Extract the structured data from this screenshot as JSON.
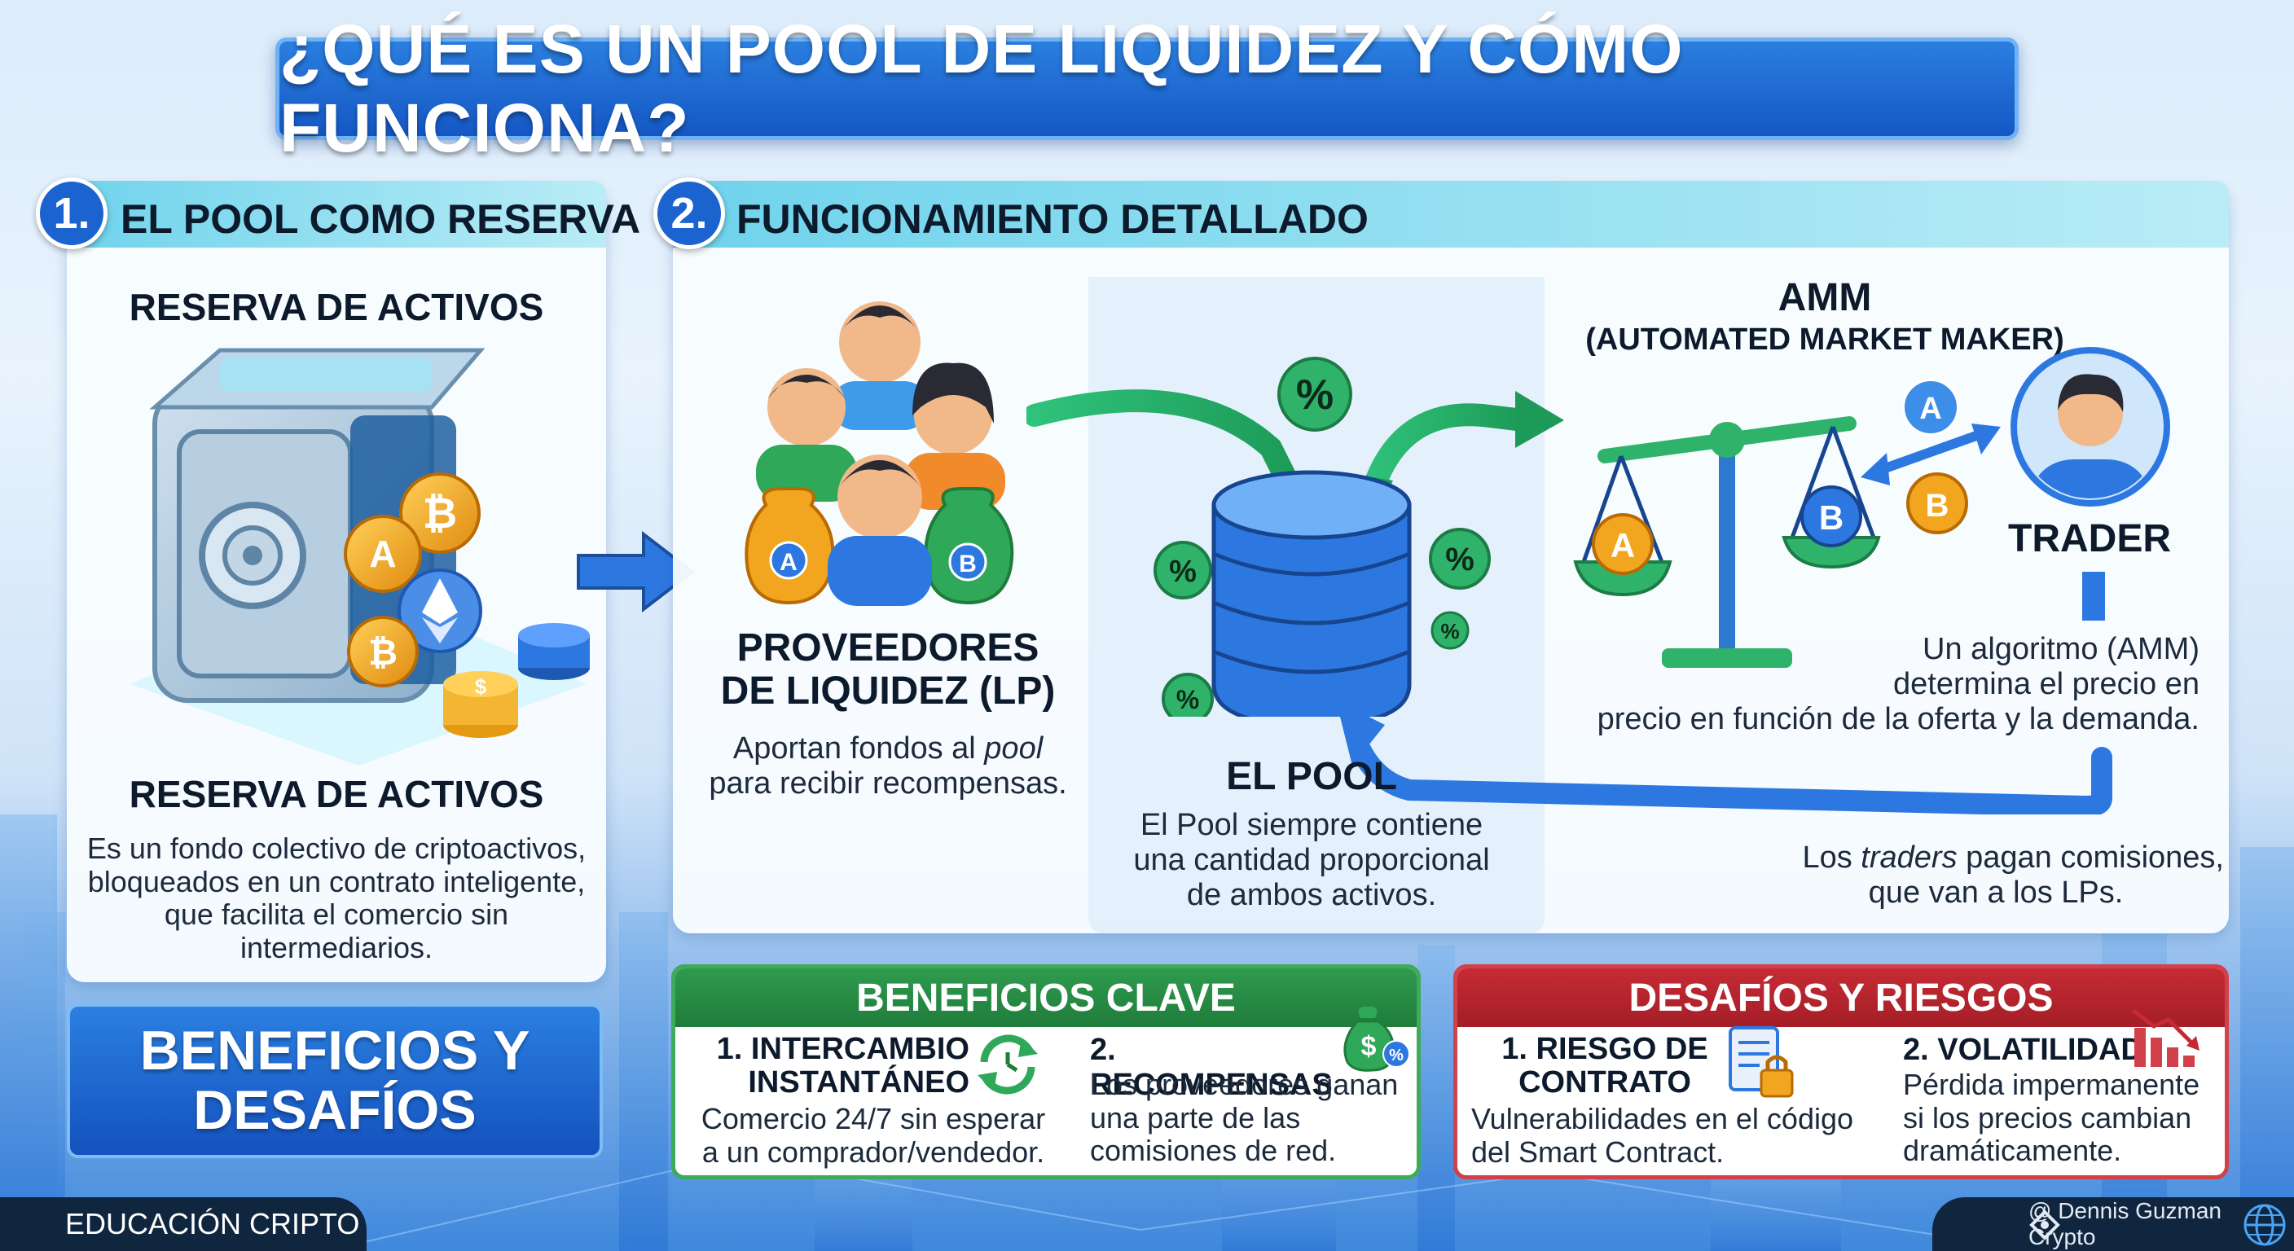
{
  "title": "¿QUÉ ES UN POOL DE LIQUIDEZ Y CÓMO FUNCIONA?",
  "section1": {
    "number": "1.",
    "heading": "EL POOL COMO RESERVA",
    "top_label": "RESERVA DE ACTIVOS",
    "bottom_label": "RESERVA DE ACTIVOS",
    "description_lines": [
      "Es un fondo colectivo de criptoactivos,",
      "bloqueados en un contrato inteligente,",
      "que facilita el comercio sin",
      "intermediarios."
    ],
    "coin_labels": [
      "A"
    ]
  },
  "section2": {
    "number": "2.",
    "heading": "FUNCIONAMIENTO DETALLADO",
    "providers": {
      "title_lines": [
        "PROVEEDORES",
        "DE LIQUIDEZ (LP)"
      ],
      "desc_line1_prefix": "Aportan fondos al ",
      "desc_line1_italic": "pool",
      "desc_line2": "para recibir recompensas.",
      "bag_labels": [
        "A",
        "B"
      ]
    },
    "pool": {
      "title": "EL POOL",
      "desc_lines": [
        "El Pool siempre contiene",
        "una cantidad proporcional",
        "de ambos activos."
      ],
      "percent_symbol": "%"
    },
    "amm": {
      "title": "AMM",
      "subtitle": "(AUTOMATED MARKET MAKER)",
      "pan_labels": [
        "A",
        "B"
      ],
      "token_labels": [
        "A",
        "B"
      ],
      "desc_lines": [
        "Un algoritmo (AMM)",
        "determina el precio en",
        "precio en función de la oferta y la demanda."
      ]
    },
    "trader": {
      "title": "TRADER"
    },
    "fees": {
      "line1_prefix": "Los ",
      "line1_italic": "traders",
      "line1_suffix": " pagan comisiones,",
      "line2": "que van a los LPs."
    }
  },
  "bottom_left": {
    "lines": [
      "BENEFICIOS Y",
      "DESAFÍOS"
    ]
  },
  "benefits": {
    "heading": "BENEFICIOS CLAVE",
    "items": [
      {
        "title_lines": [
          "1. INTERCAMBIO",
          "INSTANTÁNEO"
        ],
        "desc_lines": [
          "Comercio 24/7 sin esperar",
          "a un comprador/vendedor."
        ]
      },
      {
        "title_lines": [
          "2. RECOMPENSAS"
        ],
        "desc_lines": [
          "Los proveedores ganan",
          "una parte de las",
          "comisiones de red."
        ]
      }
    ],
    "icon_text": "$"
  },
  "risks": {
    "heading": "DESAFÍOS Y RIESGOS",
    "items": [
      {
        "title_lines": [
          "1. RIESGO DE",
          "CONTRATO"
        ],
        "desc_lines": [
          "Vulnerabilidades en el código",
          "del Smart Contract."
        ]
      },
      {
        "title_lines": [
          "2. VOLATILIDAD"
        ],
        "desc_lines": [
          "Pérdida impermanente",
          "si los precios cambian",
          "dramáticamente."
        ]
      }
    ]
  },
  "footer": {
    "left": "EDUCACIÓN CRIPTO",
    "right": "@ Dennis Guzman Crypto"
  },
  "colors": {
    "title_blue": "#1b63cf",
    "header_teal": "#6fd3ec",
    "benefit_green": "#2f9b4f",
    "risk_red": "#c62b34",
    "coin_gold": "#f2a51f",
    "coin_blue": "#2d78e0"
  },
  "icons": [
    "vault-icon",
    "bitcoin-coin-icon",
    "ethereum-coin-icon",
    "people-group-icon",
    "money-bag-icon",
    "database-pool-icon",
    "percent-icon",
    "balance-scale-icon",
    "trader-avatar-icon",
    "swap-arrows-icon",
    "clock-refresh-icon",
    "money-bag-percent-icon",
    "contract-lock-icon",
    "chart-down-icon",
    "globe-icon"
  ]
}
